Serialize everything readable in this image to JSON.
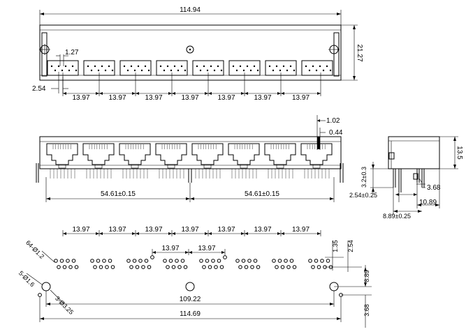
{
  "top_view": {
    "overall_width": "114.94",
    "height": "21.27",
    "pin_pitch": "1.27",
    "row_offset": "2.54",
    "port_pitch": [
      "13.97",
      "13.97",
      "13.97",
      "13.97",
      "13.97",
      "13.97",
      "13.97"
    ]
  },
  "front_view": {
    "tab_width": "1.02",
    "tab_offset": "0.44",
    "half_span_left": "54.61±0.15",
    "half_span_right": "54.61±0.15"
  },
  "side_view": {
    "height": "13.5",
    "pin_length": "3.2±0.3",
    "pin_offset": "2.54±0.25",
    "leg_length": "3.68",
    "body_depth": "10.89",
    "pin_span": "8.89±0.25"
  },
  "footprint": {
    "pitch_top": [
      "13.97",
      "13.97",
      "13.97",
      "13.97",
      "13.97",
      "13.97",
      "13.97"
    ],
    "pitch_mid": [
      "13.97",
      "13.97"
    ],
    "row_gap_a": "1.35",
    "row_gap_b": "2.54",
    "hole_spec_small": "64-Ø1.2",
    "hole_spec_medium": "5-Ø1.6",
    "hole_spec_large": "3-Ø3.25",
    "post_span": "109.22",
    "overall_width": "114.69",
    "row_to_post": "8.89",
    "post_offset": "3.68"
  }
}
